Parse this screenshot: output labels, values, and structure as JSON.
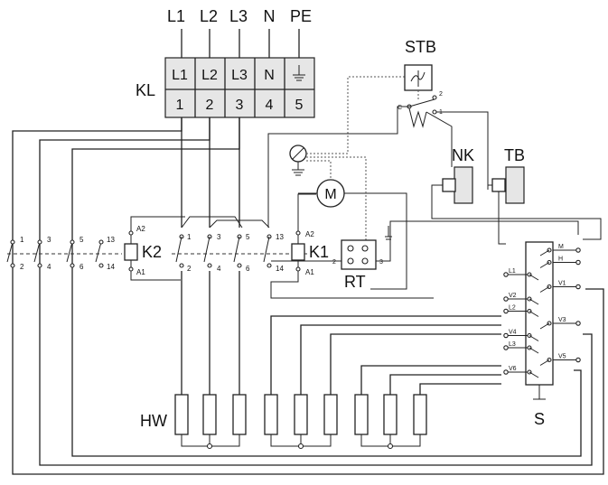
{
  "supply": {
    "lines": [
      "L1",
      "L2",
      "L3",
      "N",
      "PE"
    ],
    "terminal_tops": [
      "L1",
      "L2",
      "L3",
      "N",
      ""
    ],
    "terminal_numbers": [
      "1",
      "2",
      "3",
      "4",
      "5"
    ]
  },
  "labels": {
    "kl": "KL",
    "stb": "STB",
    "nk": "NK",
    "tb": "TB",
    "k1": "K1",
    "k2": "K2",
    "rt": "RT",
    "hw": "HW",
    "s": "S",
    "motor": "M",
    "a1": "A1",
    "a2": "A2",
    "stb_c": "C",
    "stb_1": "1",
    "stb_2": "2",
    "rt_2": "2",
    "rt_3": "3"
  },
  "left_contacts": {
    "top": [
      "1",
      "3",
      "5",
      "13"
    ],
    "bottom": [
      "2",
      "4",
      "6",
      "14"
    ]
  },
  "k2_contacts": {
    "top": [
      "1",
      "3",
      "5",
      "13"
    ],
    "bottom": [
      "2",
      "4",
      "6",
      "14"
    ]
  },
  "selector_terminals": [
    "M",
    "H",
    "L1",
    "V1",
    "V2",
    "L2",
    "V3",
    "V4",
    "L3",
    "V5",
    "V6"
  ],
  "colors": {
    "line": "#222222",
    "fill": "#e6e6e6",
    "background": "#ffffff"
  },
  "icons": [
    "earth-ground-icon",
    "thermostat-wave-icon",
    "motor-icon",
    "screwdriver-terminal-icon"
  ]
}
